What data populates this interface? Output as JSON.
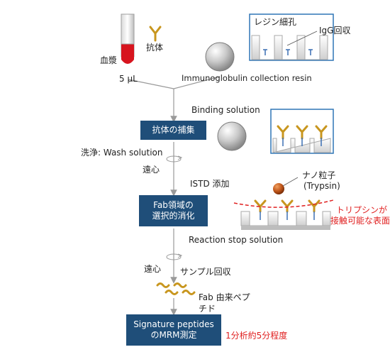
{
  "labels": {
    "serum": "血漿",
    "volume": "5 μL",
    "antibody": "抗体",
    "resin_pore": "レジン細孔",
    "igg_recovery": "IgG回収",
    "resin_name": "Immunoglobulin collection resin",
    "binding_solution": "Binding solution",
    "wash": "洗浄: Wash solution",
    "centrifuge_1": "遠心",
    "istd": "ISTD 添加",
    "nano_particle": "ナノ粒子",
    "trypsin": "(Trypsin)",
    "trypsin_note_1": "トリプシンが",
    "trypsin_note_2": "接触可能な表面",
    "reaction_stop": "Reaction stop solution",
    "centrifuge_2": "遠心",
    "sample_recovery": "サンプル回収",
    "fab_peptide_1": "Fab 由来ペプ",
    "fab_peptide_2": "チド",
    "time_note": "1分析約5分程度"
  },
  "steps": [
    {
      "line1": "抗体の捕集",
      "line2": ""
    },
    {
      "line1": "Fab領域の",
      "line2": "選択的消化"
    },
    {
      "line1": "Signature peptides",
      "line2": "のMRM測定"
    }
  ],
  "colors": {
    "step_box": "#1f4e79",
    "antibody": "#c8961e",
    "blood": "#d7141e",
    "note_red": "#e02020",
    "resin_outline": "#2e75b6",
    "arrow": "#9a9a9a"
  },
  "icons": [
    "test-tube-icon",
    "antibody-icon",
    "resin-bead-icon",
    "nanoparticle-icon",
    "peptide-icon",
    "centrifuge-icon"
  ]
}
